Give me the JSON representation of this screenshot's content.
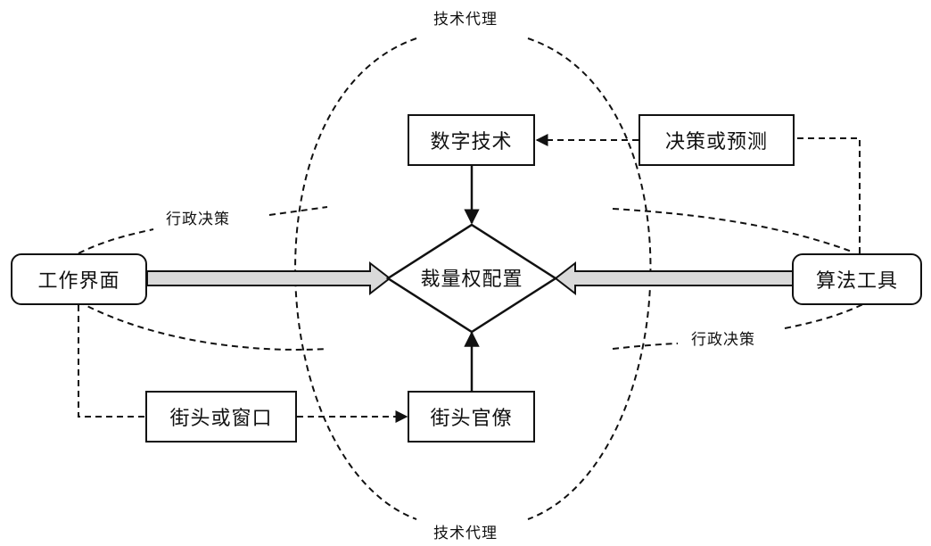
{
  "diagram": {
    "ellipse_label_top": "技术代理",
    "ellipse_label_bottom": "技术代理",
    "admin_label_left": "行政决策",
    "admin_label_right": "行政决策",
    "center": "裁量权配置",
    "nodes": {
      "digital_tech": "数字技术",
      "decision_or_prediction": "决策或预测",
      "work_interface": "工作界面",
      "algorithm_tool": "算法工具",
      "street_or_window": "街头或窗口",
      "street_bureaucrat": "街头官僚"
    },
    "colors": {
      "line": "#111111",
      "thick_arrow_fill": "#d9d9d9"
    }
  }
}
